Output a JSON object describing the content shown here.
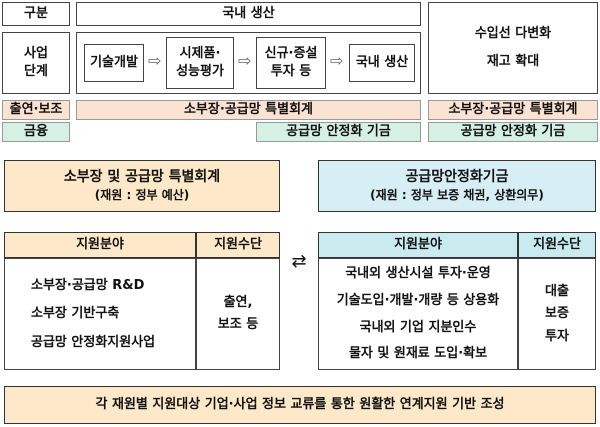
{
  "top_headers": {
    "category": "구분",
    "domestic": "국내 생산"
  },
  "stage_row": {
    "label_line1": "사업",
    "label_line2": "단계",
    "stages": [
      {
        "line1": "기술개발",
        "line2": ""
      },
      {
        "line1": "시제품·",
        "line2": "성능평가"
      },
      {
        "line1": "신규·증설",
        "line2": "투자 등"
      },
      {
        "line1": "국내 생산",
        "line2": ""
      }
    ],
    "import_line1": "수입선 다변화",
    "import_line2": "재고 확대"
  },
  "funding_rows": {
    "contribution_label": "출연·보조",
    "finance_label": "금융",
    "special_account_bar": "소부장·공급망 특별회계",
    "stability_fund_bar": "공급망 안정화 기금",
    "right_special_account": "소부장·공급망 특별회계",
    "right_stability_fund": "공급망 안정화 기금"
  },
  "left_panel": {
    "title": "소부장 및 공급망 특별회계",
    "subtitle": "(재원 : 정부 예산)",
    "header_area": "지원분야",
    "header_means": "지원수단",
    "areas": [
      "소부장·공급망 R&D",
      "소부장 기반구축",
      "공급망 안정화지원사업"
    ],
    "means_line1": "출연,",
    "means_line2": "보조 등"
  },
  "connector": "⇄",
  "right_panel": {
    "title": "공급망안정화기금",
    "subtitle": "(재원 : 정부 보증 채권, 상환의무)",
    "header_area": "지원분야",
    "header_means": "지원수단",
    "areas": [
      "국내외 생산시설 투자·운영",
      "기술도입·개발·개량 등 상용화",
      "국내외 기업 지분인수",
      "물자 및 원재료 도입·확보"
    ],
    "means": [
      "대출",
      "보증",
      "투자"
    ]
  },
  "footer": "각 재원별 지원대상 기업·사업 정보 교류를 통한 원활한 연계지원 기반 조성"
}
